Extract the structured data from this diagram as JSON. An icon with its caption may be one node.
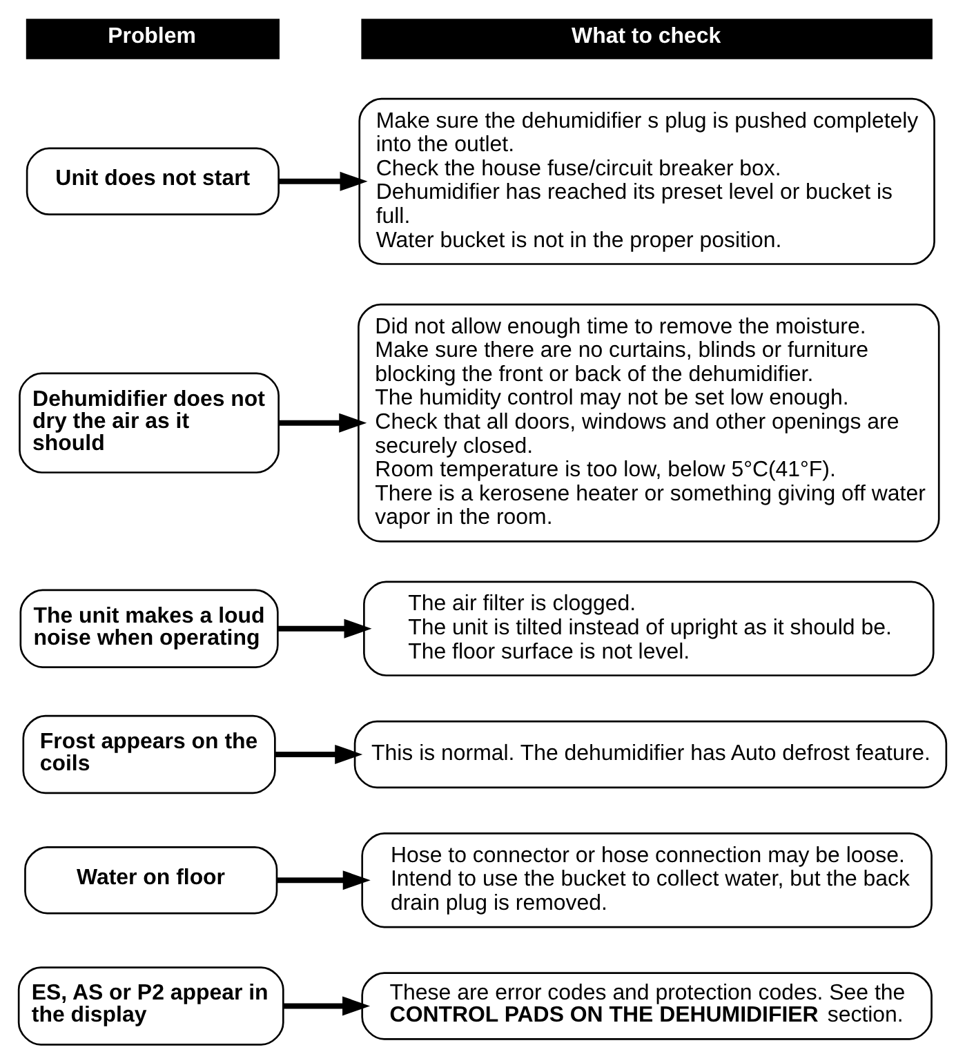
{
  "diagram": {
    "nodes": [
      {
        "text": [
          "Problem"
        ]
      },
      {
        "text": [
          "What to check"
        ]
      },
      {
        "text": [
          "Unit does not start"
        ]
      },
      {
        "text": [
          "Make sure the dehumidifier s plug is pushed completely into the outlet.",
          "Check the house fuse/circuit breaker box.",
          "Dehumidifier has reached its preset level or bucket is full.",
          "Water bucket is not in the proper position."
        ]
      },
      {
        "text": [
          "Dehumidifier does not dry the air as it should"
        ]
      },
      {
        "text": [
          "Did not allow enough time to remove the moisture.",
          "Make sure there are no curtains, blinds or furniture blocking the front or back of the dehumidifier.",
          "The humidity control may not be set low enough.",
          "Check that all doors, windows and other openings are securely closed.",
          "Room temperature is too low, below 5°C(41°F).",
          "There is a kerosene heater or something giving off water vapor in the room."
        ]
      },
      {
        "text": [
          "The unit makes a loud noise when operating"
        ]
      },
      {
        "text": [
          "The air filter is clogged.",
          "The unit is tilted instead of upright as it should be.",
          "The floor surface is not level."
        ]
      },
      {
        "text": [
          "Frost appears on the coils"
        ]
      },
      {
        "text": [
          "This is normal. The dehumidifier has Auto defrost feature."
        ]
      },
      {
        "text": [
          "Water on floor"
        ]
      },
      {
        "text": [
          "Hose to connector or hose connection may be loose.",
          "Intend to use the bucket to collect water, but the back drain plug is removed."
        ]
      },
      {
        "text": [
          "ES, AS or P2 appear in the display"
        ]
      },
      {
        "text": [
          "These are error codes and protection codes. See the **CONTROL PADS ON THE DEHUMIDIFIER** section."
        ]
      }
    ],
    "edges": [
      {
        "from": 2,
        "to": 3,
        "arrow": "to"
      },
      {
        "from": 4,
        "to": 5,
        "arrow": "to"
      },
      {
        "from": 6,
        "to": 7,
        "arrow": "to"
      },
      {
        "from": 8,
        "to": 9,
        "arrow": "to"
      },
      {
        "from": 10,
        "to": 11,
        "arrow": "to"
      },
      {
        "from": 12,
        "to": 13,
        "arrow": "to"
      }
    ]
  }
}
